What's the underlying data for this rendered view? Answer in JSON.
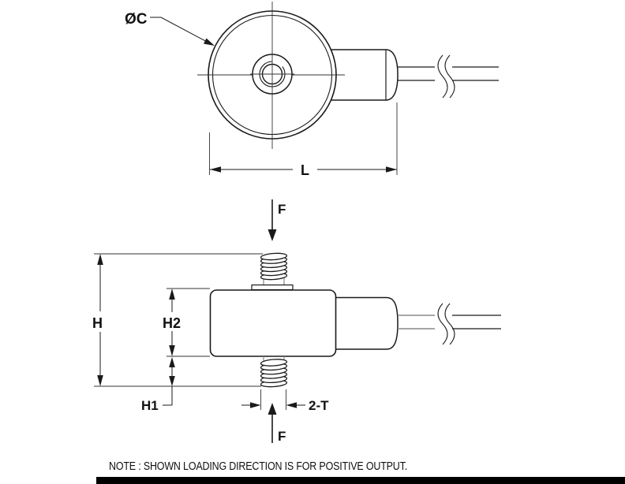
{
  "drawing": {
    "type": "load-cell-outline-drawing",
    "labels": {
      "diameter": "ØC",
      "length": "L",
      "force_top": "F",
      "force_bottom": "F",
      "height_total": "H",
      "height_body": "H2",
      "height_stud": "H1",
      "thread": "2-T"
    },
    "note": "NOTE : SHOWN LOADING DIRECTION IS FOR POSITIVE OUTPUT.",
    "colors": {
      "line": "#1a1a1a",
      "thin_line": "#333333",
      "detail_gray": "#999999",
      "background": "#ffffff",
      "bottom_bar": "#000000"
    }
  }
}
